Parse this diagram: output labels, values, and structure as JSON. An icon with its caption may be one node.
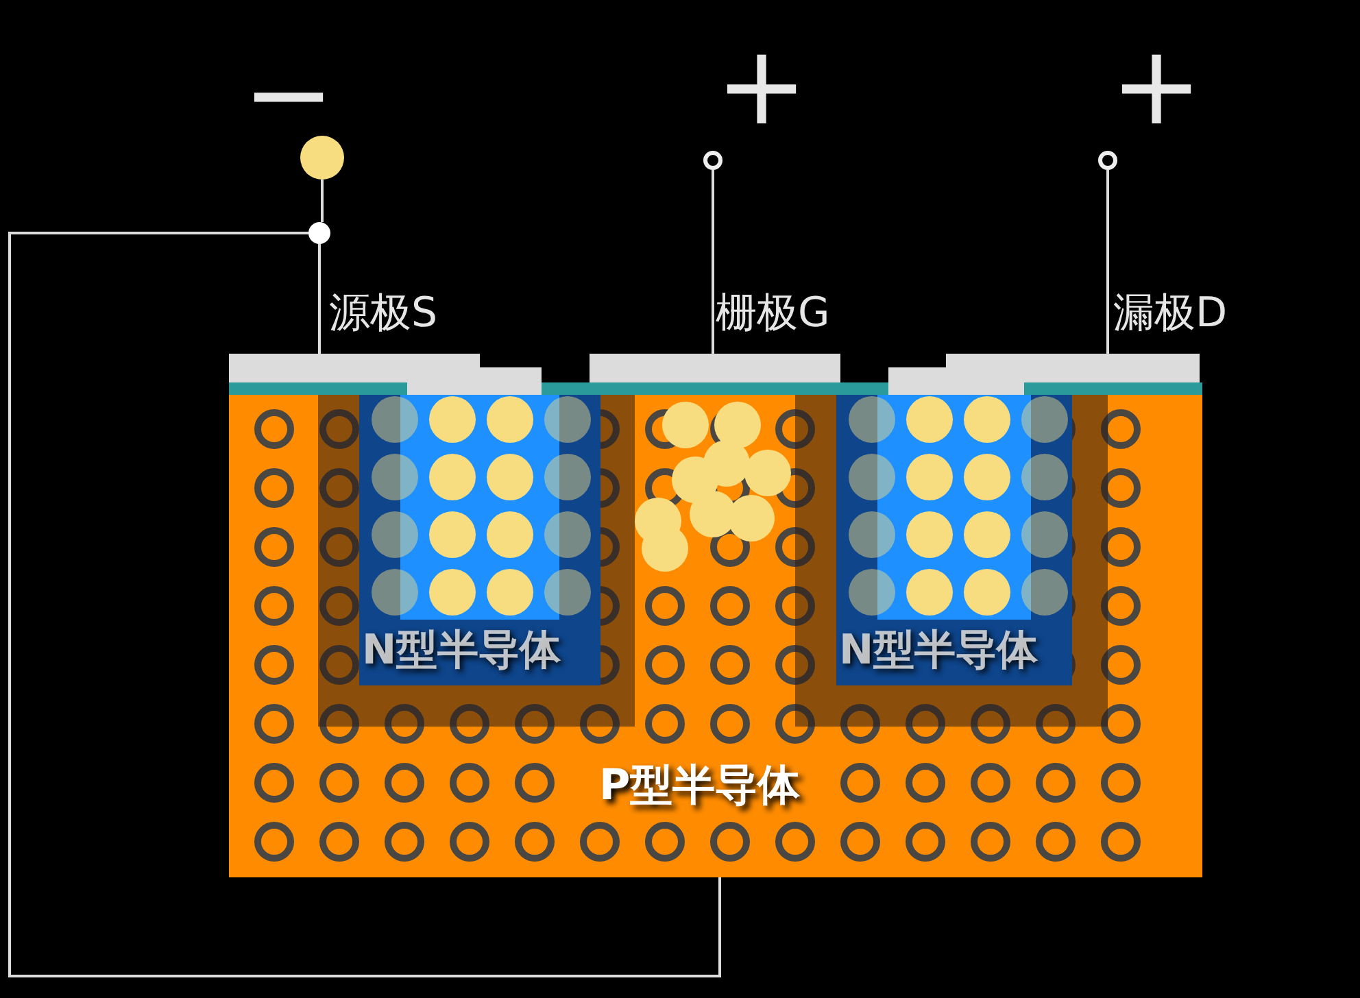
{
  "diagram": {
    "nodes": [
      {
        "text": [
          "P型半导体"
        ]
      },
      {
        "text": [
          "N型半导体"
        ],
        "in": 0
      },
      {
        "text": [
          "N型半导体"
        ],
        "in": 0
      },
      {
        "text": [
          "源极S"
        ]
      },
      {
        "text": [
          "栅极G"
        ]
      },
      {
        "text": [
          "漏极D"
        ]
      },
      {
        "text": [],
        "shape": "circle",
        "beside": [
          "−"
        ]
      },
      {
        "text": [],
        "shape": "circle",
        "beside": [
          "+"
        ]
      },
      {
        "text": [],
        "shape": "circle",
        "beside": [
          "+"
        ]
      },
      {
        "text": [],
        "shape": "circle"
      }
    ],
    "edges": [
      {
        "from": 6,
        "to": 9,
        "arrow": "none"
      },
      {
        "from": 9,
        "to": 3,
        "arrow": "none"
      },
      {
        "from": 9,
        "to": 0,
        "arrow": "none"
      },
      {
        "from": 7,
        "to": 4,
        "arrow": "none"
      },
      {
        "from": 8,
        "to": 5,
        "arrow": "none"
      }
    ]
  }
}
